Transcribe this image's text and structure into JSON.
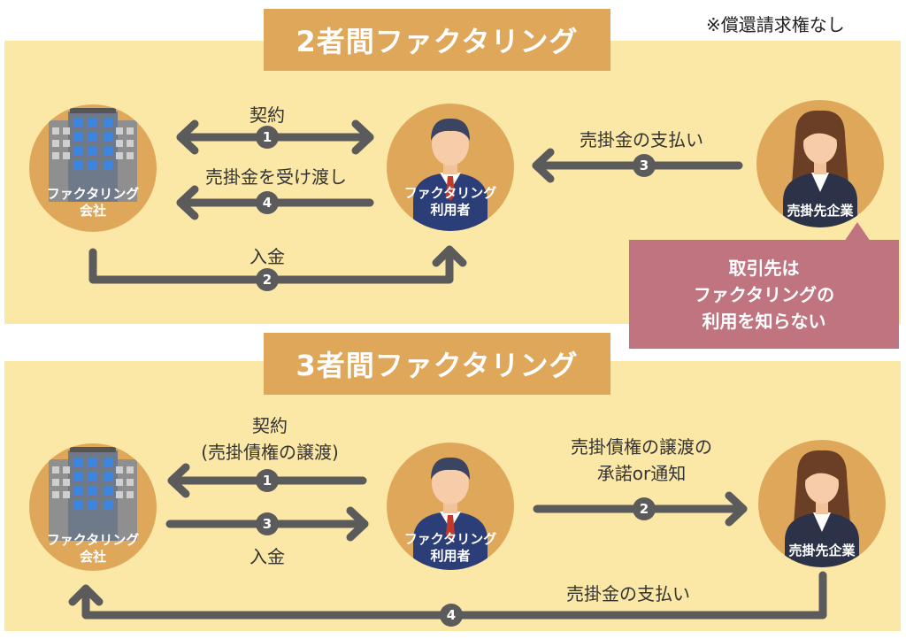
{
  "note": "※償還請求権なし",
  "two_party": {
    "title": "2者間ファクタリング",
    "factoring_company": [
      "ファクタリング",
      "会社"
    ],
    "user": [
      "ファクタリング",
      "利用者"
    ],
    "debtor": "売掛先企業",
    "contract_label": "契約",
    "handover_label": "売掛金を受け渡し",
    "deposit_label": "入金",
    "payment_label": "売掛金の支払い",
    "callout": [
      "取引先は",
      "ファクタリングの",
      "利用を知らない"
    ],
    "steps": [
      "1",
      "4",
      "2",
      "3"
    ]
  },
  "three_party": {
    "title": "3者間ファクタリング",
    "factoring_company": [
      "ファクタリング",
      "会社"
    ],
    "user": [
      "ファクタリング",
      "利用者"
    ],
    "debtor": "売掛先企業",
    "contract_label": [
      "契約",
      "(売掛債権の譲渡)"
    ],
    "deposit_label": "入金",
    "consent_label": [
      "売掛債権の譲渡の",
      "承諾or通知"
    ],
    "payment_label": "売掛金の支払い",
    "steps": [
      "1",
      "3",
      "2",
      "4"
    ]
  },
  "colors": {
    "panel": "#fbe7a6",
    "accent": "#dfa75a",
    "arrow": "#5b5b5b",
    "callout": "#c07480"
  },
  "icons": [
    "office-building-icon",
    "businessman-icon",
    "businesswoman-icon"
  ]
}
